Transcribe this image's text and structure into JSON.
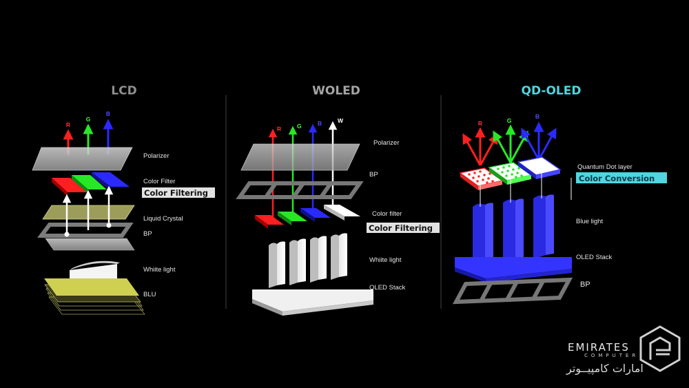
{
  "colors": {
    "red": "#ff1f1f",
    "green": "#27e827",
    "blue": "#2a2aff",
    "white": "#ffffff",
    "qd_accent": "#4fd6e0",
    "oled_blue": "#3434ff"
  },
  "panels": [
    {
      "title": "LCD",
      "rgb": [
        "R",
        "G",
        "B"
      ],
      "labels": [
        "Polarizer",
        "Color Filter",
        "Liquid Crystal",
        "BP",
        "Whiite light",
        "BLU"
      ],
      "highlight": "Color Filtering"
    },
    {
      "title": "WOLED",
      "rgb": [
        "R",
        "G",
        "B",
        "W"
      ],
      "labels": [
        "Polarizer",
        "BP",
        "Color filter",
        "Whiite light",
        "OLED Stack"
      ],
      "highlight": "Color Filtering"
    },
    {
      "title": "QD-OLED",
      "rgb": [
        "R",
        "G",
        "B"
      ],
      "labels": [
        "Quantum Dot layer",
        "Blue light",
        "OLED Stack",
        "BP"
      ],
      "highlight": "Color Conversion"
    }
  ],
  "brand": {
    "name": "EMIRATES",
    "sub": "COMPUTER",
    "arabic": "امارات كامپيــوتر",
    "logo_icon": "emirates-computer-logo-icon"
  }
}
